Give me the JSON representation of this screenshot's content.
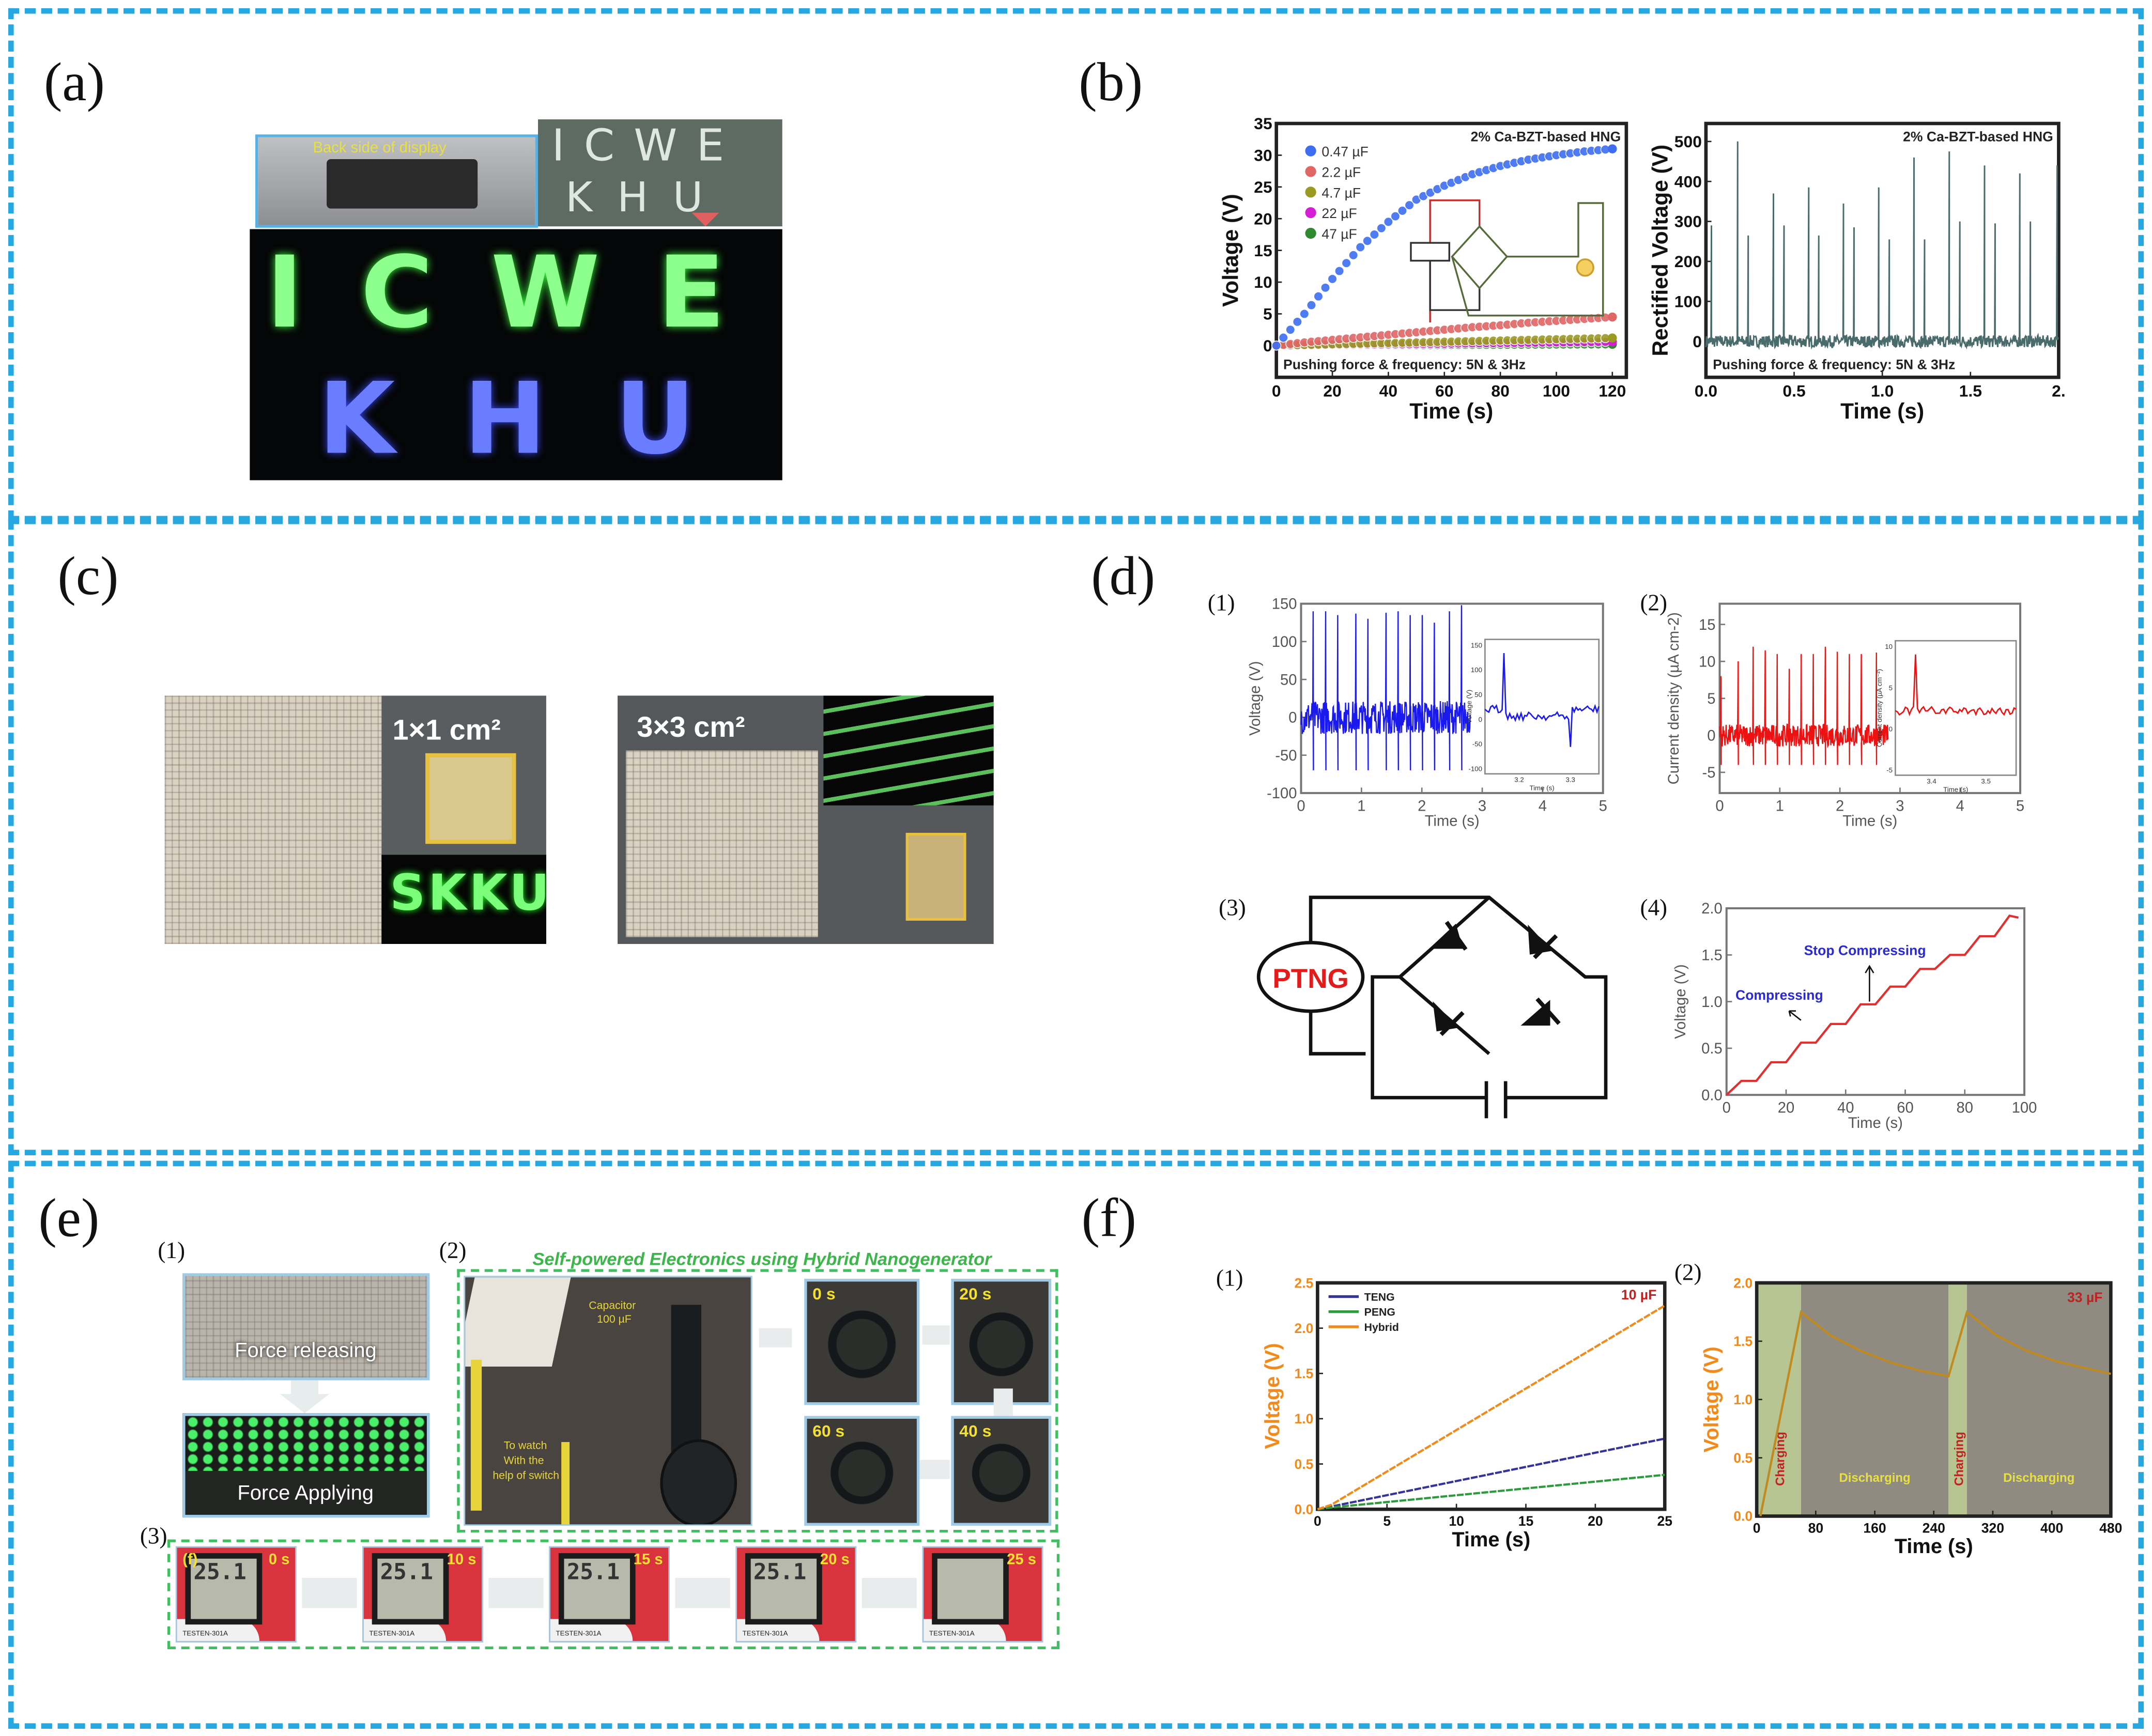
{
  "panels": {
    "a": {
      "label": "(a)",
      "photo_top_left_text": "Back side of display",
      "letters_top": "ICWE",
      "letters_bottom": "KHU"
    },
    "b": {
      "label": "(b)"
    },
    "c": {
      "label": "(c)",
      "photo1_size": "1×1 cm²",
      "photo1_led_text": "SKKU",
      "photo2_size": "3×3 cm²"
    },
    "d": {
      "label": "(d)",
      "sub": [
        "(1)",
        "(2)",
        "(3)",
        "(4)"
      ],
      "circuit_source": "PTNG"
    },
    "e": {
      "label": "(e)",
      "sub": [
        "(1)",
        "(2)",
        "(3)"
      ],
      "title": "Self-powered Electronics using Hybrid Nanogenerator",
      "force_releasing": "Force releasing",
      "force_applying": "Force Applying",
      "capacitor": "Capacitor",
      "capacitor_value": "100 µF",
      "watch_note": [
        "To watch",
        "With the",
        "help of switch"
      ],
      "watch_times": [
        "0 s",
        "20 s",
        "40 s",
        "60 s"
      ],
      "meter_marker": "(f)",
      "meter_times": [
        "0 s",
        "10 s",
        "15 s",
        "20 s",
        "25 s"
      ],
      "meter_reading": "25.1",
      "meter_brand": "TESTEN-301A"
    },
    "f": {
      "label": "(f)",
      "sub": [
        "(1)",
        "(2)"
      ]
    }
  },
  "colors": {
    "frame": "#27a7df",
    "green_frame": "#3fbf5f",
    "led_green": "#7CFF7C",
    "led_blue": "#5a6cff",
    "ptng_red": "#e21b1b",
    "annotation_blue": "#2a2ad0"
  },
  "chart_data": [
    {
      "id": "b1",
      "type": "scatter",
      "title": "2% Ca-BZT-based HNG",
      "note": "Pushing force  & frequency: 5N & 3Hz",
      "xlabel": "Time (s)",
      "ylabel": "Voltage (V)",
      "xlim": [
        0,
        125
      ],
      "ylim": [
        -5,
        35
      ],
      "xticks": [
        0,
        20,
        40,
        60,
        80,
        100,
        120
      ],
      "yticks": [
        0,
        5,
        10,
        15,
        20,
        25,
        30,
        35
      ],
      "legend": "top-left",
      "x": [
        0,
        10,
        20,
        30,
        40,
        50,
        60,
        70,
        80,
        90,
        100,
        110,
        120
      ],
      "series": [
        {
          "name": "0.47 µF",
          "color": "#3d6ef2",
          "values": [
            0,
            5,
            10.5,
            15.5,
            19.5,
            23,
            25.2,
            27,
            28.3,
            29.3,
            30,
            30.6,
            31
          ]
        },
        {
          "name": "2.2 µF",
          "color": "#e06565",
          "values": [
            0,
            0.5,
            0.9,
            1.3,
            1.7,
            2.1,
            2.5,
            2.9,
            3.2,
            3.6,
            3.9,
            4.2,
            4.5
          ]
        },
        {
          "name": "4.7 µF",
          "color": "#9a9a22",
          "values": [
            0,
            0.1,
            0.2,
            0.3,
            0.4,
            0.5,
            0.6,
            0.7,
            0.8,
            0.9,
            1.0,
            1.1,
            1.2
          ]
        },
        {
          "name": "22 µF",
          "color": "#d41fd4",
          "values": [
            0,
            0.05,
            0.1,
            0.15,
            0.2,
            0.25,
            0.3,
            0.35,
            0.4,
            0.45,
            0.5,
            0.55,
            0.6
          ]
        },
        {
          "name": "47 µF",
          "color": "#2f8a2f",
          "values": [
            0,
            0.02,
            0.03,
            0.05,
            0.07,
            0.08,
            0.1,
            0.12,
            0.13,
            0.15,
            0.17,
            0.18,
            0.2
          ]
        }
      ]
    },
    {
      "id": "b2",
      "type": "line",
      "title": "2% Ca-BZT-based HNG",
      "note": "Pushing force  & frequency: 5N & 3Hz",
      "xlabel": "Time (s)",
      "ylabel": "Rectified Voltage (V)",
      "xlim": [
        0,
        2
      ],
      "ylim": [
        -90,
        545
      ],
      "xticks": [
        0.0,
        0.5,
        1.0,
        1.5,
        2.0
      ],
      "xtick_labels": [
        "0.0",
        "0.5",
        "1.0",
        "1.5",
        "2."
      ],
      "yticks": [
        0,
        100,
        200,
        300,
        400,
        500
      ],
      "color": "#4a6b6b",
      "baseline_noise": 15,
      "spikes": [
        [
          0.03,
          290
        ],
        [
          0.18,
          500
        ],
        [
          0.24,
          265
        ],
        [
          0.38,
          370
        ],
        [
          0.44,
          290
        ],
        [
          0.58,
          385
        ],
        [
          0.64,
          265
        ],
        [
          0.78,
          345
        ],
        [
          0.84,
          285
        ],
        [
          0.98,
          385
        ],
        [
          1.04,
          255
        ],
        [
          1.18,
          460
        ],
        [
          1.24,
          255
        ],
        [
          1.38,
          475
        ],
        [
          1.44,
          300
        ],
        [
          1.58,
          440
        ],
        [
          1.64,
          295
        ],
        [
          1.78,
          420
        ],
        [
          1.84,
          300
        ],
        [
          1.99,
          440
        ]
      ]
    },
    {
      "id": "d1",
      "type": "line",
      "xlabel": "Time (s)",
      "ylabel": "Voltage (V)",
      "xlim": [
        0,
        5
      ],
      "ylim": [
        -100,
        150
      ],
      "xticks": [
        0,
        1,
        2,
        3,
        4,
        5
      ],
      "yticks": [
        -100,
        -50,
        0,
        50,
        100,
        150
      ],
      "color": "#1a1aee",
      "baseline_noise": 22,
      "spike_min": -70,
      "data_end": 2.8,
      "spikes": [
        [
          0.2,
          140
        ],
        [
          0.4,
          140
        ],
        [
          0.6,
          135
        ],
        [
          0.9,
          137
        ],
        [
          1.1,
          130
        ],
        [
          1.4,
          138
        ],
        [
          1.6,
          140
        ],
        [
          1.8,
          135
        ],
        [
          2.0,
          135
        ],
        [
          2.2,
          125
        ],
        [
          2.45,
          140
        ],
        [
          2.65,
          148
        ]
      ],
      "inset": {
        "ylabel": "Voltage (V)",
        "xlabel": "Time (s)",
        "xticks": [
          "3.2",
          "3.3"
        ],
        "yticks": [
          "150",
          "100",
          "50",
          "0",
          "-50",
          "-100"
        ]
      }
    },
    {
      "id": "d2",
      "type": "line",
      "xlabel": "Time (s)",
      "ylabel": "Current density (µA cm-2)",
      "xlim": [
        0,
        5
      ],
      "ylim": [
        -7.8,
        17.8
      ],
      "xticks": [
        0,
        1,
        2,
        3,
        4,
        5
      ],
      "yticks": [
        -5,
        0,
        5,
        10,
        15
      ],
      "color": "#ee1111",
      "baseline_noise": 1.5,
      "spike_min": -4,
      "data_end": 2.8,
      "spikes": [
        [
          0.02,
          8
        ],
        [
          0.3,
          10
        ],
        [
          0.55,
          12
        ],
        [
          0.75,
          11.5
        ],
        [
          0.95,
          11
        ],
        [
          1.15,
          9
        ],
        [
          1.35,
          11
        ],
        [
          1.55,
          11
        ],
        [
          1.75,
          12
        ],
        [
          1.95,
          11.3
        ],
        [
          2.15,
          11
        ],
        [
          2.35,
          11
        ],
        [
          2.6,
          11.2
        ]
      ],
      "inset": {
        "ylabel": "Current density (µA cm⁻²)",
        "xlabel": "Time (s)",
        "xticks": [
          "3.4",
          "3.5"
        ],
        "yticks": [
          "10",
          "5",
          "0",
          "-5"
        ]
      }
    },
    {
      "id": "d4",
      "type": "line",
      "xlabel": "Time (s)",
      "ylabel": "Voltage (V)",
      "xlim": [
        0,
        100
      ],
      "ylim": [
        0,
        2
      ],
      "xticks": [
        0,
        20,
        40,
        60,
        80,
        100
      ],
      "xtick_labels": [
        "0",
        "20",
        "40",
        "60",
        "80",
        "100"
      ],
      "yticks": [
        0,
        0.5,
        1.0,
        1.5,
        2.0
      ],
      "ytick_labels": [
        "0.0",
        "0.5",
        "1.0",
        "1.5",
        "2.0"
      ],
      "color": "#e03030",
      "annotations": [
        "Compressing",
        "Stop Compressing"
      ],
      "x": [
        0,
        5,
        10,
        15,
        20,
        25,
        30,
        35,
        40,
        45,
        50,
        55,
        60,
        65,
        70,
        75,
        80,
        85,
        90,
        95,
        98
      ],
      "values": [
        0,
        0.15,
        0.15,
        0.35,
        0.35,
        0.56,
        0.56,
        0.76,
        0.76,
        0.97,
        0.97,
        1.16,
        1.16,
        1.35,
        1.35,
        1.5,
        1.5,
        1.7,
        1.7,
        1.92,
        1.9
      ]
    },
    {
      "id": "f1",
      "type": "line",
      "xlabel": "Time (s)",
      "ylabel": "Voltage (V)",
      "xlim": [
        0,
        25
      ],
      "ylim": [
        0,
        2.5
      ],
      "xticks": [
        0,
        5,
        10,
        15,
        20,
        25
      ],
      "yticks": [
        0,
        0.5,
        1.0,
        1.5,
        2.0,
        2.5
      ],
      "ytick_labels": [
        "0.0",
        "0.5",
        "1.0",
        "1.5",
        "2.0",
        "2.5"
      ],
      "annotation": "10 µF",
      "legend": "top-left",
      "x": [
        0,
        1,
        25
      ],
      "series": [
        {
          "name": "TENG",
          "color": "#33339a",
          "values": [
            0,
            0.03,
            0.78
          ]
        },
        {
          "name": "PENG",
          "color": "#2e9a3e",
          "values": [
            0,
            0.02,
            0.38
          ]
        },
        {
          "name": "Hybrid",
          "color": "#f08a1c",
          "values": [
            0,
            0.05,
            2.25
          ]
        }
      ]
    },
    {
      "id": "f2",
      "type": "line",
      "xlabel": "Time (s)",
      "ylabel": "Voltage (V)",
      "xlim": [
        0,
        480
      ],
      "ylim": [
        0,
        2
      ],
      "xticks": [
        0,
        80,
        160,
        240,
        320,
        400,
        480
      ],
      "yticks": [
        0,
        0.5,
        1.0,
        1.5,
        2.0
      ],
      "ytick_labels": [
        "0.0",
        "0.5",
        "1.0",
        "1.5",
        "2.0"
      ],
      "annotation": "33 µF",
      "color": "#c08a20",
      "phases": [
        {
          "label": "Charging",
          "from": 0,
          "to": 60,
          "color": "#b6c592"
        },
        {
          "label": "Discharging",
          "from": 60,
          "to": 260,
          "color": "#8f8b80"
        },
        {
          "label": "Charging",
          "from": 260,
          "to": 285,
          "color": "#b6c592"
        },
        {
          "label": "Discharging",
          "from": 285,
          "to": 480,
          "color": "#8f8b80"
        }
      ],
      "x": [
        5,
        60,
        100,
        140,
        180,
        220,
        260,
        285,
        325,
        365,
        405,
        445,
        480
      ],
      "values": [
        0,
        1.75,
        1.55,
        1.42,
        1.32,
        1.25,
        1.2,
        1.75,
        1.55,
        1.42,
        1.33,
        1.27,
        1.22
      ]
    }
  ]
}
